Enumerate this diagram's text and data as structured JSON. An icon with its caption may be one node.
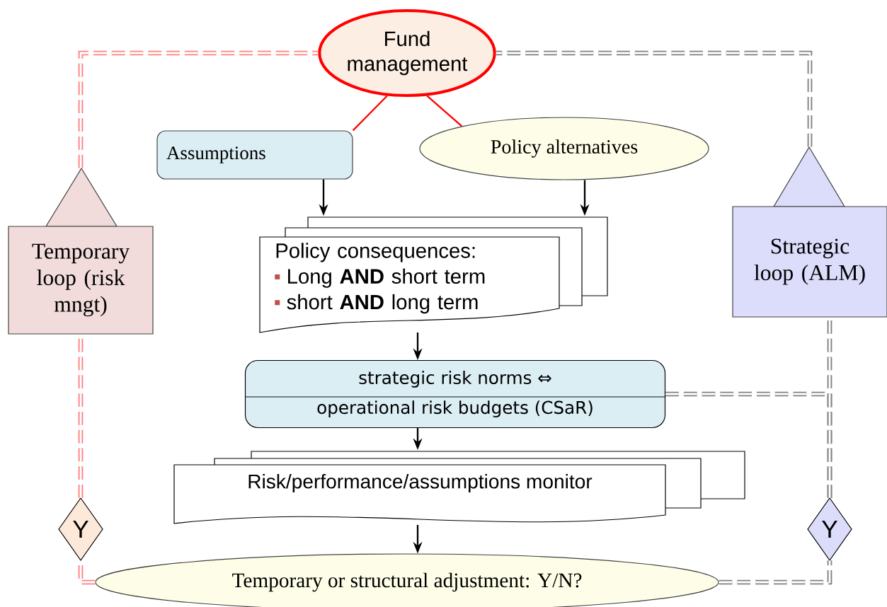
{
  "diagram": {
    "nodes": [
      {
        "text": [
          "Fund management"
        ]
      },
      {
        "text": [
          "Assumptions"
        ]
      },
      {
        "text": [
          "Policy alternatives"
        ]
      },
      {
        "text": [
          "Temporary loop (risk mngt)"
        ]
      },
      {
        "text": [
          "Strategic loop (ALM)"
        ]
      },
      {
        "text": [
          "Policy consequences:",
          "Long **AND** short term",
          "short **AND** long term"
        ]
      },
      {
        "text": [
          "strategic risk norms ⇔",
          "operational risk budgets (CSaR)"
        ]
      },
      {
        "text": [
          "Risk/performance/assumptions monitor"
        ]
      },
      {
        "text": [
          "Y"
        ]
      },
      {
        "text": [
          "Y"
        ]
      },
      {
        "text": [
          "Temporary or structural adjustment: Y/N?"
        ]
      }
    ],
    "edges": [
      {
        "from": 0,
        "to": 1,
        "arrow": "none",
        "color": "#ff0000"
      },
      {
        "from": 0,
        "to": 2,
        "arrow": "none",
        "color": "#ff0000"
      },
      {
        "from": 1,
        "to": 5,
        "arrow": "to"
      },
      {
        "from": 2,
        "to": 5,
        "arrow": "to"
      },
      {
        "from": 5,
        "to": 6,
        "arrow": "to"
      },
      {
        "from": 6,
        "to": 7,
        "arrow": "to"
      },
      {
        "from": 7,
        "to": 10,
        "arrow": "to"
      },
      {
        "from": 10,
        "to": 8,
        "arrow": "none",
        "style": "dashed",
        "color": "#ff8080"
      },
      {
        "from": 8,
        "to": 3,
        "arrow": "none",
        "style": "dashed",
        "color": "#ff8080"
      },
      {
        "from": 3,
        "to": 0,
        "arrow": "none",
        "style": "dashed",
        "color": "#ff8080"
      },
      {
        "from": 10,
        "to": 9,
        "arrow": "none",
        "style": "dashed",
        "color": "#808080"
      },
      {
        "from": 9,
        "to": 4,
        "arrow": "none",
        "style": "dashed",
        "color": "#808080"
      },
      {
        "from": 4,
        "to": 0,
        "arrow": "none",
        "style": "dashed",
        "color": "#808080"
      },
      {
        "from": 6,
        "to": 9,
        "arrow": "none",
        "style": "dashed",
        "color": "#808080"
      }
    ]
  }
}
